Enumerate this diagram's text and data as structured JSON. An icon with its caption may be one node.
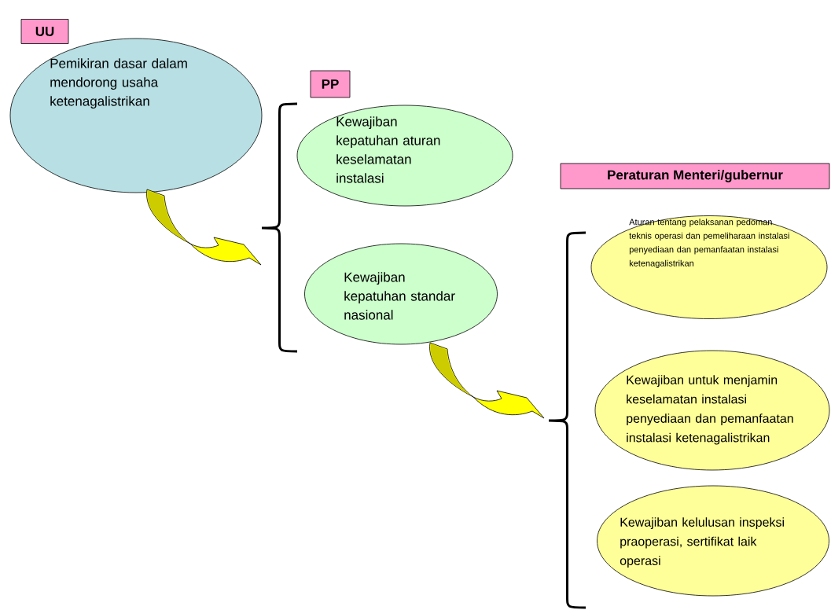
{
  "diagram": {
    "nodes": [
      {
        "text": [
          "UU"
        ]
      },
      {
        "text": [
          "Pemikiran dasar dalam mendorong usaha ketenagalistrikan"
        ]
      },
      {
        "text": [
          "PP"
        ]
      },
      {
        "text": [
          "Kewajiban kepatuhan aturan keselamatan instalasi"
        ]
      },
      {
        "text": [
          "Kewajiban kepatuhan standar nasional"
        ]
      },
      {
        "text": [
          "Peraturan Menteri/gubernur"
        ]
      },
      {
        "text": [
          "Aturan tentang pelaksanan pedoman teknis operasi dan pemeliharaan instalasi penyediaan dan pemanfaatan instalasi ketenagalistrikan"
        ]
      },
      {
        "text": [
          "Kewajiban untuk menjamin keselamatan instalasi penyediaan dan pemanfaatan instalasi ketenagalistrikan"
        ]
      },
      {
        "text": [
          "Kewajiban kelulusan inspeksi praoperasi, sertifikat laik operasi"
        ]
      }
    ],
    "edges": [
      {
        "from": 1,
        "to": null,
        "arrow": "to"
      },
      {
        "from": 4,
        "to": null,
        "arrow": "to"
      }
    ]
  }
}
